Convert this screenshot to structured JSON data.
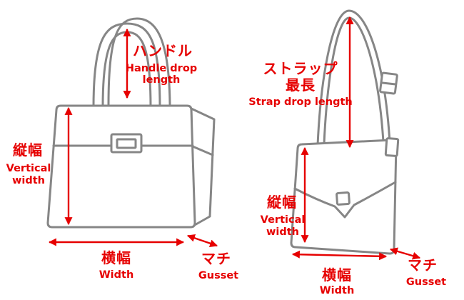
{
  "colors": {
    "outline": "#868686",
    "accent": "#e60000"
  },
  "tote": {
    "handle": {
      "jp": "ハンドル",
      "en1": "Handle drop",
      "en2": "length"
    },
    "vertical": {
      "jp": "縦幅",
      "en1": "Vertical",
      "en2": "width"
    },
    "width": {
      "jp": "横幅",
      "en": "Width"
    },
    "gusset": {
      "jp": "マチ",
      "en": "Gusset"
    }
  },
  "shoulder": {
    "strap": {
      "jp1": "ストラップ",
      "jp2": "最長",
      "en": "Strap drop length"
    },
    "vertical": {
      "jp": "縦幅",
      "en1": "Vertical",
      "en2": "width"
    },
    "width": {
      "jp": "横幅",
      "en": "Width"
    },
    "gusset": {
      "jp": "マチ",
      "en": "Gusset"
    }
  }
}
